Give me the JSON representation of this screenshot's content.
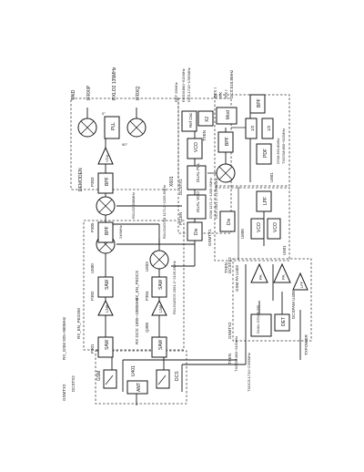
{
  "title": "",
  "regions": {
    "rx_path_label": "RX_EN_PEGSM",
    "rx_path_label_2": "RX_EN_PEDCS",
    "gsm_filter_freq": "GSM: 925~960MHz",
    "dcs_filter_freq": "RX DCS: 1805~1880MHz"
  },
  "blocks": [
    {
      "key": "sw_gsm",
      "label": "GSM"
    },
    {
      "key": "sw_dcs",
      "label": "DCS"
    },
    {
      "key": "ant",
      "label": "ANT"
    },
    {
      "key": "u401",
      "label": "U401"
    },
    {
      "key": "saw1",
      "label": "SAW"
    },
    {
      "key": "saw2",
      "label": "SAW"
    },
    {
      "key": "saw3",
      "label": "SAW"
    },
    {
      "key": "saw4",
      "label": "SAW"
    },
    {
      "key": "lna1",
      "label": "LNA"
    },
    {
      "key": "lna2",
      "label": "LNA"
    },
    {
      "key": "u500",
      "label": "U500"
    },
    {
      "key": "u503",
      "label": "U503"
    },
    {
      "key": "bpf1",
      "label": "BPF"
    },
    {
      "key": "bpf2",
      "label": "BPF"
    },
    {
      "key": "bpf3",
      "label": "BPF"
    },
    {
      "key": "vga",
      "label": "VGA"
    },
    {
      "key": "pll",
      "label": "PLL"
    },
    {
      "key": "vco1",
      "label": "VCO"
    },
    {
      "key": "vco2",
      "label": "VCO"
    },
    {
      "key": "vco3",
      "label": "VCO"
    },
    {
      "key": "dual_vco",
      "label": "DUAL VCO"
    },
    {
      "key": "dual_pll",
      "label": "DUAL PLL"
    },
    {
      "key": "div1",
      "label": "Div"
    },
    {
      "key": "div2",
      "label": "Div"
    },
    {
      "key": "lpf",
      "label": "LPF"
    },
    {
      "key": "pa1",
      "label": "PA"
    },
    {
      "key": "pa2",
      "label": "PA"
    },
    {
      "key": "det",
      "label": "DET"
    },
    {
      "key": "coupler",
      "label": "DUAL COUPLER"
    },
    {
      "key": "ref_osc",
      "label": "Ref Osc"
    },
    {
      "key": "x2",
      "label": "X2"
    },
    {
      "key": "pdf",
      "label": "PDF"
    },
    {
      "key": "mod",
      "label": "Mod"
    },
    {
      "key": "half1",
      "label": "1/2"
    },
    {
      "key": "half2",
      "label": "1/2"
    },
    {
      "key": "u601",
      "label": "U601"
    },
    {
      "key": "u600",
      "label": "U600"
    },
    {
      "key": "x601",
      "label": "X601"
    },
    {
      "key": "u501",
      "label": "U501"
    },
    {
      "key": "gsm_pa_u403",
      "label": "GSM PA U403"
    },
    {
      "key": "dcs_pa_u408",
      "label": "DCSPAM U408"
    },
    {
      "key": "lpf_b",
      "label": "LPF"
    }
  ],
  "labels": [
    {
      "key": "vaid",
      "text": "VAID"
    },
    {
      "key": "ifrxip",
      "text": "IFRXIP"
    },
    {
      "key": "rxlo2",
      "text": "RXLO2 135MHz"
    },
    {
      "key": "ifrxq",
      "text": "IFRXQ"
    },
    {
      "key": "deg0",
      "text": "0°"
    },
    {
      "key": "deg90",
      "text": "90°"
    },
    {
      "key": "demoden",
      "text": "DEMODEN"
    },
    {
      "key": "rxlo2_b",
      "text": "RXLO2 288MHz"
    },
    {
      "key": "if_b",
      "text": "246MHz"
    },
    {
      "key": "rxlo1",
      "text": "RXLO1/GSM 1171.2~1205.6MHz"
    },
    {
      "key": "rxlo1_dcs",
      "text": "RXLO1/DCS 2051.2~2126.8MHz"
    },
    {
      "key": "bandsel",
      "text": "BANDSEL"
    },
    {
      "key": "pllen",
      "text": "PLLEN"
    },
    {
      "key": "dcsttx1",
      "text": "DCSTX1"
    },
    {
      "key": "gsmtx1",
      "text": "GSMTX1"
    },
    {
      "key": "ref_freq",
      "text": "REF 26MHz"
    },
    {
      "key": "egsm_tx",
      "text": "EGSM:880~915MHz"
    },
    {
      "key": "dcs_tx",
      "text": "DCS:1710~1785MHz"
    },
    {
      "key": "gsm_lo",
      "text": "GSM 1171.2~1205.6MHz"
    },
    {
      "key": "dcs_lo",
      "text": "DCS 2051.2~2126.8MHz"
    },
    {
      "key": "txen",
      "text": "TXEN"
    },
    {
      "key": "qtx",
      "text": "QTX"
    },
    {
      "key": "qtxi",
      "text": "QTX I"
    },
    {
      "key": "itx",
      "text": "ITX"
    },
    {
      "key": "itxi",
      "text": "ITX I"
    },
    {
      "key": "dcs_mod",
      "text": "DCS:510.8MHz"
    },
    {
      "key": "gsm_mod",
      "text": "GSM:353.8MHz"
    },
    {
      "key": "txgsm",
      "text": "TXGSM:880~915MHz"
    },
    {
      "key": "txdcs",
      "text": "TXDCS:1710~1785MHz"
    },
    {
      "key": "txpower",
      "text": "TXPOWER"
    },
    {
      "key": "gsm_ctrl",
      "text": "GSMTX2"
    },
    {
      "key": "dcs_ctrl",
      "text": "DCSTX2"
    },
    {
      "key": "rx_gsm",
      "text": "RX_GSM 925~960MHz"
    },
    {
      "key": "gsmtx_left",
      "text": "GSMTX2"
    },
    {
      "key": "dcstx_left",
      "text": "DCSTX2"
    },
    {
      "key": "p301",
      "text": "P301"
    },
    {
      "key": "p302",
      "text": "P302"
    },
    {
      "key": "p303",
      "text": "P303"
    },
    {
      "key": "p304",
      "text": "P304"
    },
    {
      "key": "p305",
      "text": "P305"
    },
    {
      "key": "q300",
      "text": "Q300"
    },
    {
      "key": "u500b",
      "text": "U500"
    }
  ]
}
